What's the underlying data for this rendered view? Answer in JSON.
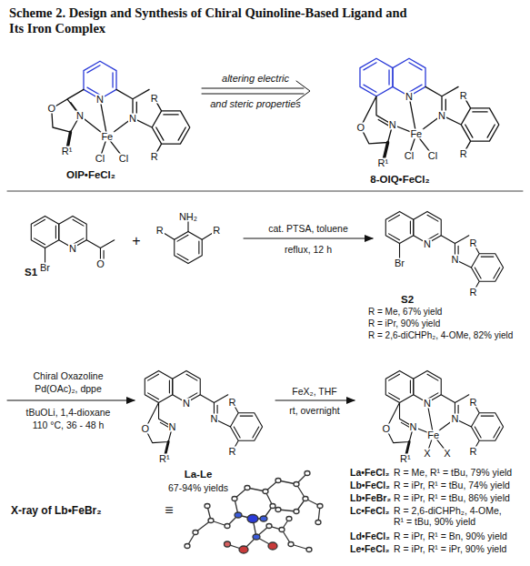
{
  "diagram": {
    "title": "Scheme 2. Design and Synthesis of Chiral Quinoline-Based Ligand and Its Iron Complex",
    "labels": [
      "O",
      "N",
      "N",
      "N",
      "Fe",
      "Cl",
      "Cl",
      "R¹",
      "R",
      "R",
      "OIP•FeCl₂",
      "altering electric",
      "and steric properties",
      "O",
      "N",
      "N",
      "N",
      "Fe",
      "Cl",
      "Cl",
      "R¹",
      "R",
      "R",
      "8-OIQ•FeCl₂",
      "N",
      "O",
      "Br",
      "S1",
      "+",
      "NH₂",
      "R",
      "R",
      "cat. PTSA, toluene",
      "reflux, 12 h",
      "N",
      "N",
      "Br",
      "R",
      "R",
      "S2",
      "R = Me, 67% yield",
      "R = iPr, 90% yield",
      "R = 2,6-diCHPh₂, 4-OMe, 82% yield",
      "Chiral Oxazoline",
      "Pd(OAc)₂, dppe",
      "tBuOLi, 1,4-dioxane",
      "110 °C, 36 - 48 h",
      "O",
      "N",
      "N",
      "N",
      "R¹",
      "R",
      "R",
      "La-Le",
      "67-94% yields",
      "FeX₂, THF",
      "rt, overnight",
      "O",
      "N",
      "N",
      "N",
      "Fe",
      "X",
      "X",
      "R¹",
      "R",
      "R",
      "X-ray of Lb•FeBr₂",
      "≡",
      "La•FeCl₂",
      "R = Me, R¹ = tBu, 79% yield",
      "Lb•FeCl₂",
      "R = iPr, R¹ = tBu, 74% yield",
      "Lb•FeBr₂",
      "R = iPr, R¹ = tBu, 86% yield",
      "Lc•FeCl₂",
      "R = 2,6-diCHPh₂, 4-OMe, R¹ = tBu, 90% yield",
      "Ld•FeCl₂",
      "R = iPr, R¹ = Bn, 90% yield",
      "Le•FeCl₂",
      "R = iPr, R¹ = iPr, 90% yield"
    ]
  }
}
